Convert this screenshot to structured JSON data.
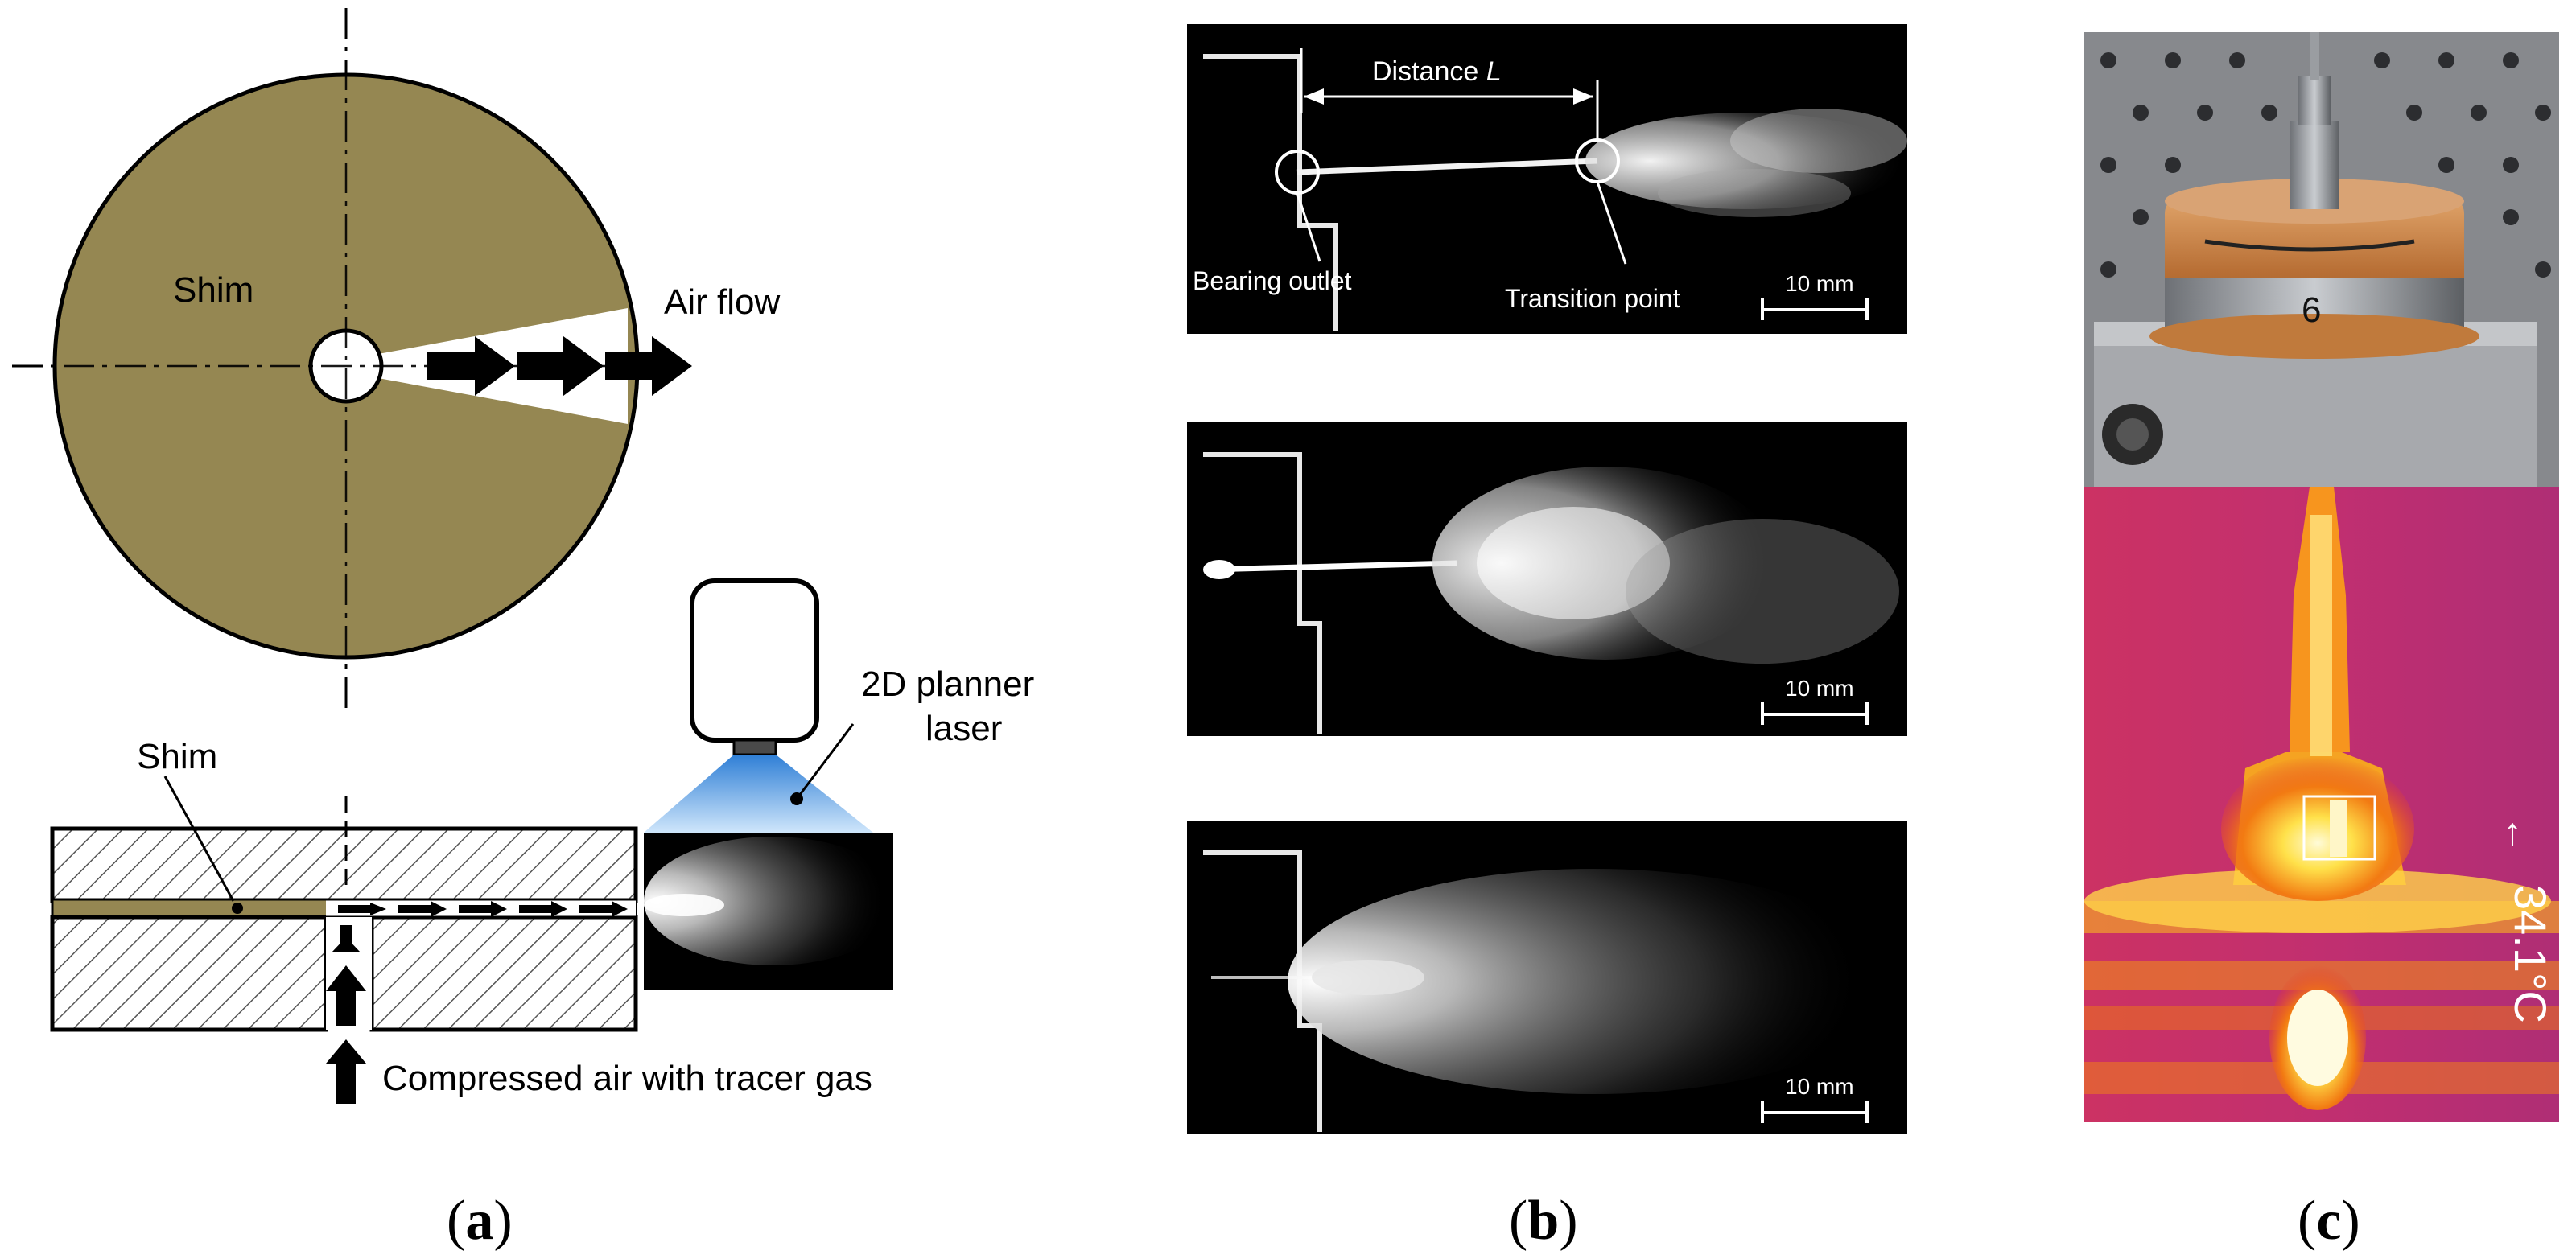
{
  "colors": {
    "shim": "#958752",
    "ink": "#000000",
    "laser_blue": "#5aa8e6",
    "thermal_magenta": "#b9188e",
    "thermal_orange": "#f07a12",
    "thermal_yellow": "#fff27a",
    "copper": "#c07a3c"
  },
  "panel_a": {
    "shim_top_label": "Shim",
    "air_flow_label": "Air flow",
    "shim_side_label": "Shim",
    "laser_label_line1": "2D planner",
    "laser_label_line2": "laser",
    "compressed_air_label": "Compressed air with tracer gas",
    "caption": "a"
  },
  "panel_b": {
    "distance_label": "Distance",
    "distance_symbol": "L",
    "bearing_outlet_label": "Bearing outlet",
    "transition_point_label": "Transition point",
    "scale_1": "10 mm",
    "scale_2": "10 mm",
    "scale_3": "10 mm",
    "caption": "b"
  },
  "panel_c": {
    "temperature_label": "34.1°C",
    "thermal_marker": "↑",
    "caption": "c"
  },
  "icons": [
    "camera-icon",
    "flow-arrow-icon",
    "thermal-cursor-icon"
  ]
}
